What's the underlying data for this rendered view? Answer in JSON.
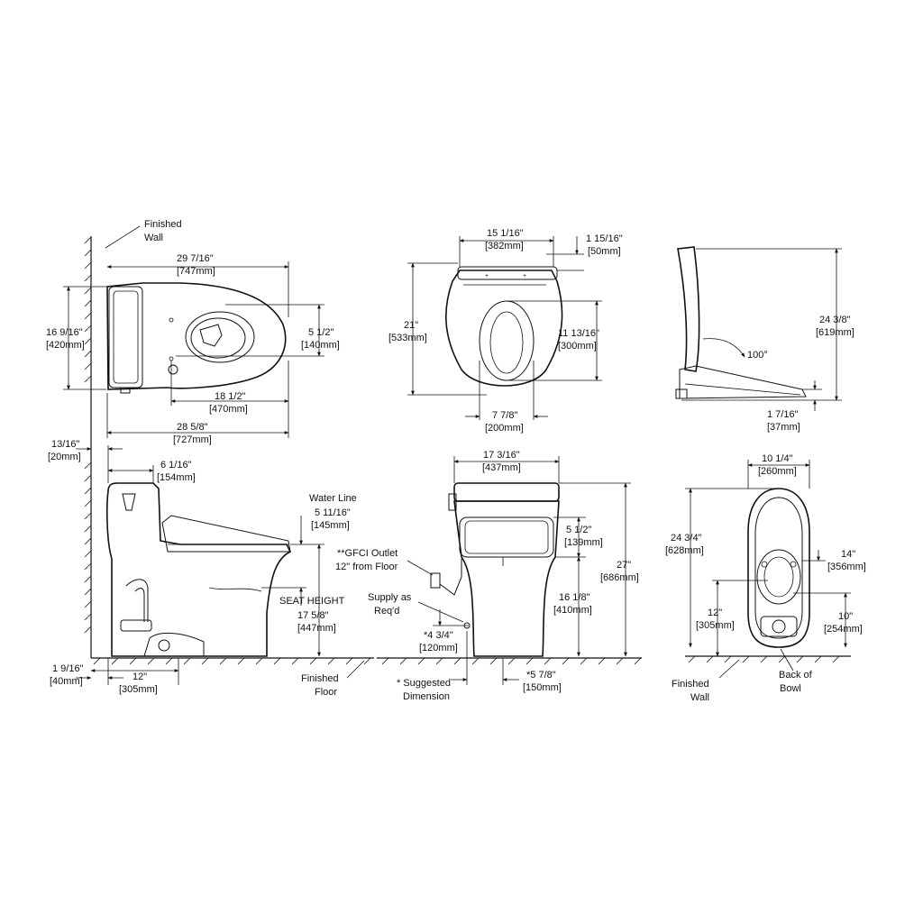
{
  "colors": {
    "ink": "#111111",
    "paper": "#ffffff"
  },
  "top_view": {
    "finished_wall": [
      "Finished",
      "Wall"
    ],
    "overall_length": [
      "29 7/16\"",
      "[747mm]"
    ],
    "tank_width": [
      "16 9/16\"",
      "[420mm]"
    ],
    "bowl_center": [
      "5 1/2\"",
      "[140mm]"
    ],
    "wall_to_front": [
      "18 1/2\"",
      "[470mm]"
    ],
    "base_length": [
      "28 5/8\"",
      "[727mm]"
    ]
  },
  "seat_top_view": {
    "seat_width": [
      "15 1/16\"",
      "[382mm]"
    ],
    "hinge_offset": [
      "1 15/16\"",
      "[50mm]"
    ],
    "seat_length": [
      "21\"",
      "[533mm]"
    ],
    "opening_length": [
      "11 13/16\"",
      "[300mm]"
    ],
    "opening_width": [
      "7 7/8\"",
      "[200mm]"
    ]
  },
  "seat_side_view": {
    "open_height": [
      "24 3/8\"",
      "[619mm]"
    ],
    "open_angle": "100°",
    "seat_thickness": [
      "1 7/16\"",
      "[37mm]"
    ]
  },
  "side_view": {
    "wall_gap": [
      "13/16\"",
      "[20mm]"
    ],
    "tank_offset": [
      "6 1/16\"",
      "[154mm]"
    ],
    "water_line_label": "Water Line",
    "water_line": [
      "5 11/16\"",
      "[145mm]"
    ],
    "seat_height_label": "SEAT HEIGHT",
    "seat_height": [
      "17 5/8\"",
      "[447mm]"
    ],
    "floor_offset": [
      "1 9/16\"",
      "[40mm]"
    ],
    "rough_in": [
      "12\"",
      "[305mm]"
    ],
    "finished_floor": [
      "Finished",
      "Floor"
    ]
  },
  "front_view": {
    "width": [
      "17 3/16\"",
      "[437mm]"
    ],
    "gfci": [
      "**GFCI Outlet",
      "12\" from Floor"
    ],
    "supply": [
      "Supply as",
      "Req'd"
    ],
    "supply_height": [
      "*4 3/4\"",
      "[120mm]"
    ],
    "suggested": [
      "* Suggested",
      "Dimension"
    ],
    "supply_offset": [
      "*5 7/8\"",
      "[150mm]"
    ],
    "seat_depth": [
      "5 1/2\"",
      "[139mm]"
    ],
    "rim_height": [
      "16 1/8\"",
      "[410mm]"
    ],
    "total_height": [
      "27\"",
      "[686mm]"
    ]
  },
  "base_view": {
    "width": [
      "10 1/4\"",
      "[260mm]"
    ],
    "length": [
      "24 3/4\"",
      "[628mm]"
    ],
    "bolt_spacing": [
      "14\"",
      "[356mm]"
    ],
    "rough_in": [
      "12\"",
      "[305mm]"
    ],
    "back_to_flange": [
      "10\"",
      "[254mm]"
    ],
    "finished_wall": [
      "Finished",
      "Wall"
    ],
    "back_of_bowl": [
      "Back of",
      "Bowl"
    ]
  }
}
